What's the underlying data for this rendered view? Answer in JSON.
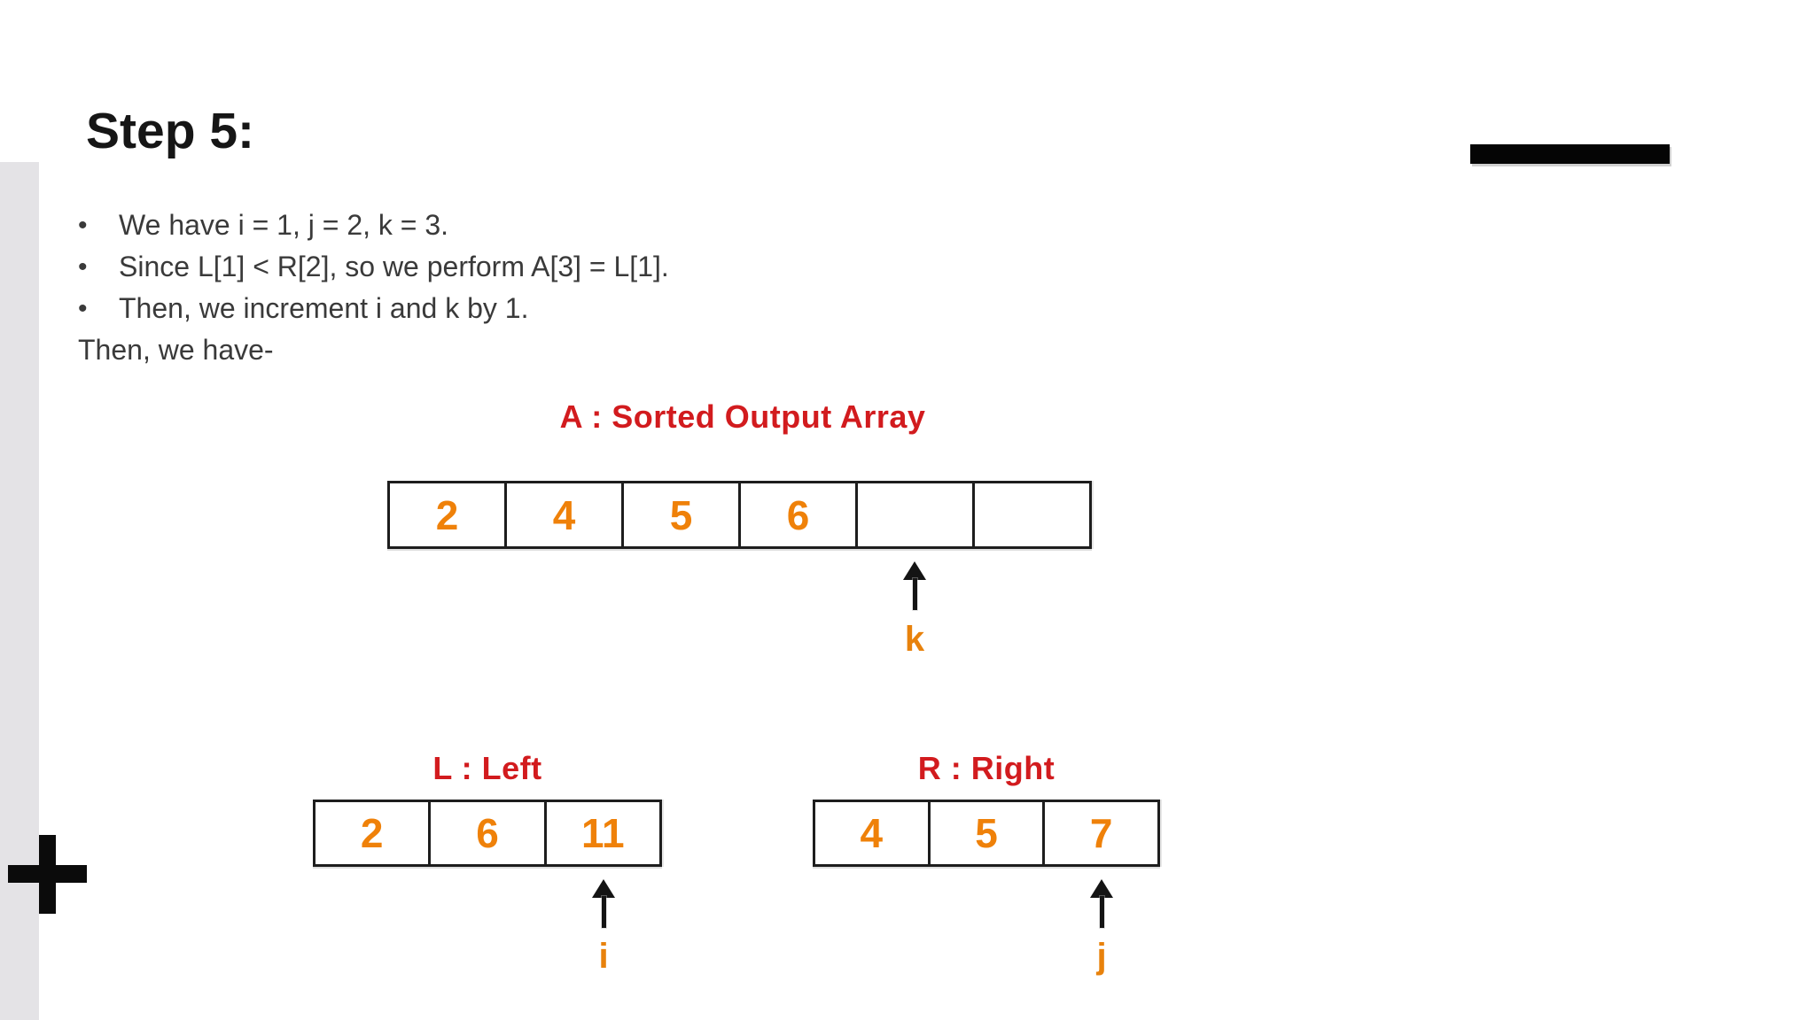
{
  "slide": {
    "title": "Step 5:",
    "bullet_char": "•",
    "bullets": [
      "We have i = 1, j = 2, k = 3.",
      "Since L[1] < R[2], so we perform A[3] = L[1].",
      "Then, we increment i and k by 1."
    ],
    "closing_line": "Then, we have-"
  },
  "arrays": {
    "output": {
      "label": "A : Sorted Output Array",
      "cells": [
        "2",
        "4",
        "5",
        "6",
        "",
        ""
      ],
      "pointer": {
        "name": "k",
        "cell_index": 4
      }
    },
    "left": {
      "label": "L : Left",
      "cells": [
        "2",
        "6",
        "11"
      ],
      "pointer": {
        "name": "i",
        "cell_index": 2
      }
    },
    "right": {
      "label": "R : Right",
      "cells": [
        "4",
        "5",
        "7"
      ],
      "pointer": {
        "name": "j",
        "cell_index": 2
      }
    }
  },
  "colors": {
    "label_red": "#d21b1e",
    "value_orange": "#ef8109",
    "pointer_orange": "#e8820c",
    "body_text": "#3a3a3a",
    "border_dark": "#1d1d1d",
    "strip_gray": "#e4e3e6",
    "background": "#ffffff"
  }
}
